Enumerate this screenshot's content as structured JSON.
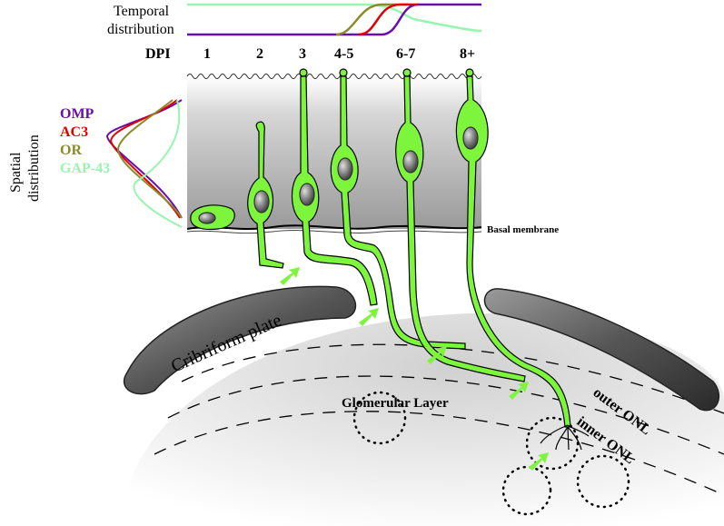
{
  "temporal": {
    "line1": "Temporal",
    "line2": "distribution"
  },
  "spatial": {
    "line1": "Spatial",
    "line2": "distribution"
  },
  "dpi": {
    "label": "DPI",
    "stages": [
      "1",
      "2",
      "3",
      "4-5",
      "6-7",
      "8+"
    ]
  },
  "markers": [
    {
      "name": "OMP",
      "color": "#6a0dad"
    },
    {
      "name": "AC3",
      "color": "#e00000"
    },
    {
      "name": "OR",
      "color": "#8b8b2b"
    },
    {
      "name": "GAP-43",
      "color": "#98f5b0"
    }
  ],
  "labels": {
    "basal_membrane": "Basal membrane",
    "cribriform_plate": "Cribriform plate",
    "glomerular_layer": "Glomerular Layer",
    "outer_onl": "outer ONL",
    "inner_onl": "inner ONL"
  },
  "colors": {
    "neuron": "#7cf53c",
    "neuron_stroke": "#000000",
    "arrow": "#7cf53c",
    "nucleus": "#808080"
  }
}
